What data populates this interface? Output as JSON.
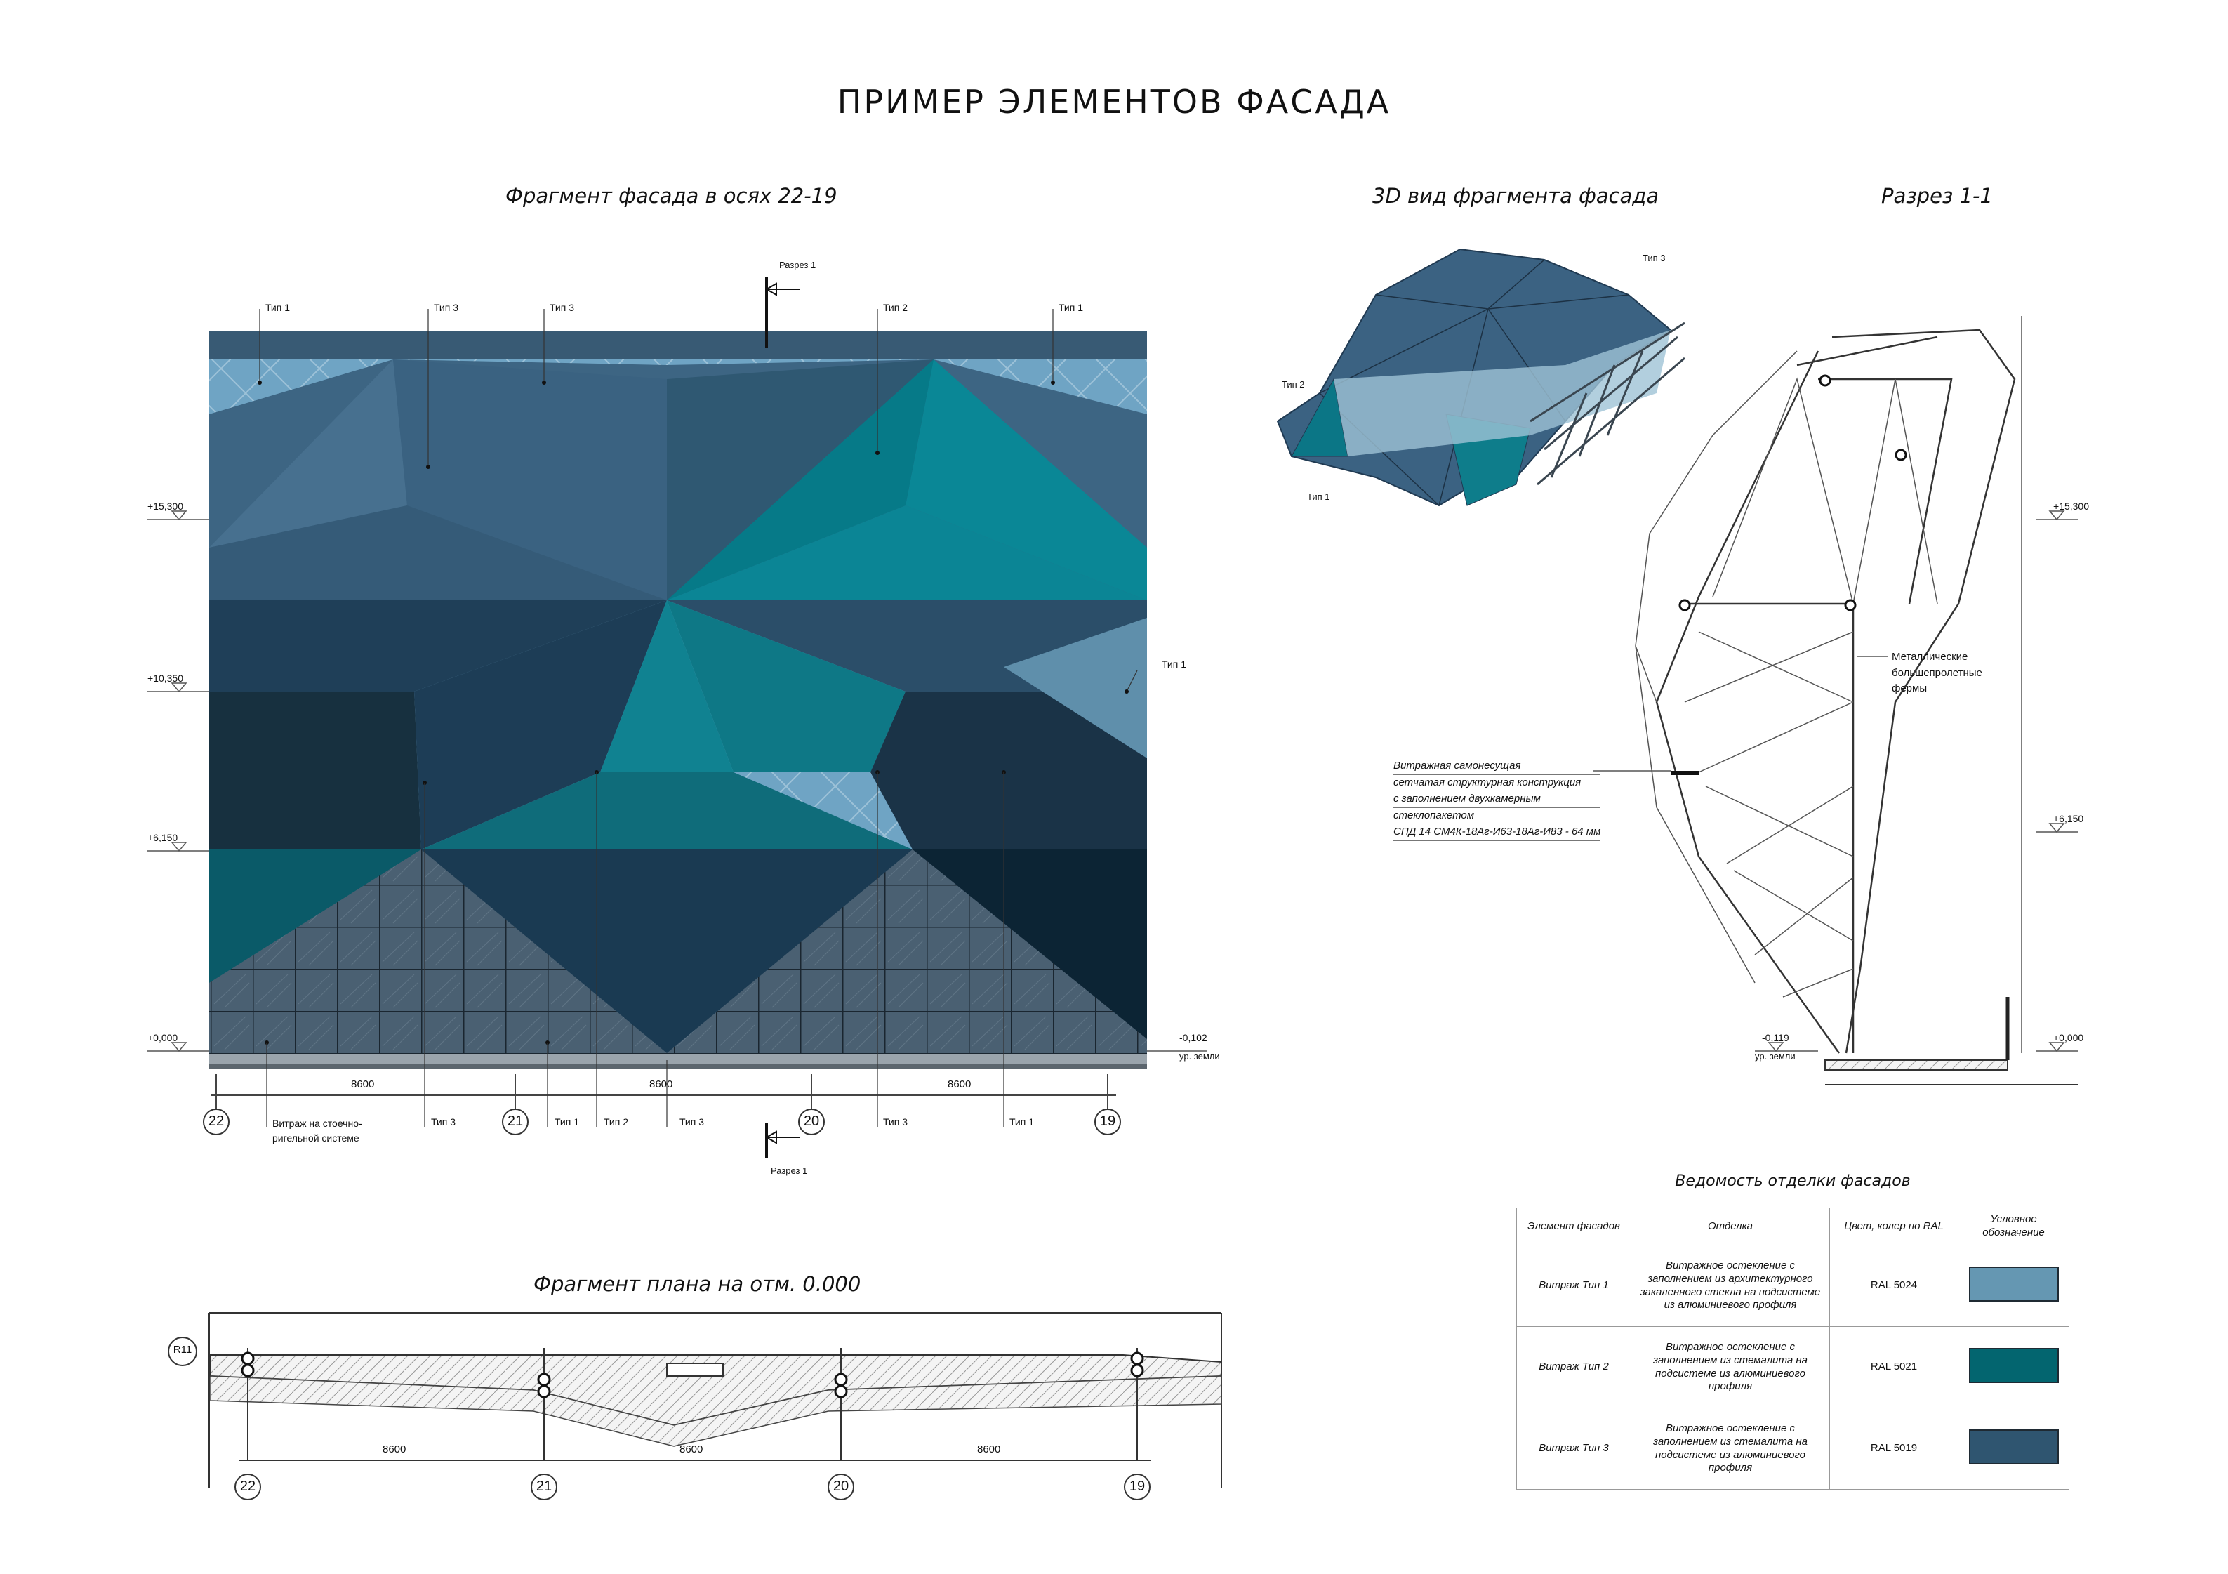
{
  "title": "ПРИМЕР ЭЛЕМЕНТОВ ФАСАДА",
  "sections": {
    "facade": "Фрагмент фасада в осях 22-19",
    "view3d": "3D вид фрагмента фасада",
    "section": "Разрез 1-1",
    "plan": "Фрагмент плана на отм. 0.000",
    "schedule": "Ведомость отделки фасадов"
  },
  "elevations": [
    "+15,300",
    "+10,350",
    "+6,150",
    "+0,000"
  ],
  "ground": {
    "level": "-0,102",
    "label": "ур. земли",
    "section_level": "-0,119"
  },
  "section_marker": "Разрез 1",
  "axes": [
    "22",
    "21",
    "20",
    "19"
  ],
  "span": "8600",
  "plan_marker": "R11",
  "facade_tags_top": [
    "Тип 1",
    "Тип 3",
    "Тип 3",
    "Тип 2",
    "Тип 1"
  ],
  "facade_tag_right": "Тип 1",
  "facade_tags_bottom": [
    "Тип 3",
    "Тип 1",
    "Тип 2",
    "Тип 3",
    "Тип 3",
    "Тип 1"
  ],
  "bottom_note": [
    "Витраж на стоечно-",
    "ригельной системе"
  ],
  "view3d_tags": [
    "Тип 3",
    "Тип 2",
    "Тип 1"
  ],
  "truss_note": [
    "Металлические",
    "большепролетные",
    "фермы"
  ],
  "glass_note": [
    "Витражная самонесущая",
    "сетчатая структурная конструкция",
    "с заполнением двухкамерным",
    "стеклопакетом",
    "СПД 14 СМ4К-18Аг-И63-18Аг-И83 - 64 мм"
  ],
  "table": {
    "headers": [
      "Элемент фасадов",
      "Отделка",
      "Цвет, колер по RAL",
      "Условное обозначение"
    ],
    "rows": [
      {
        "element": "Витраж Тип 1",
        "finish": "Витражное остекление с заполнением из архитектурного закаленного стекла на подсистеме из алюминиевого профиля",
        "ral": "RAL 5024",
        "color": "#6597b2"
      },
      {
        "element": "Витраж Тип 2",
        "finish": "Витражное остекление с заполнением из стемалита на подсистеме из алюминиевого профиля",
        "ral": "RAL 5021",
        "color": "#03656f"
      },
      {
        "element": "Витраж Тип 3",
        "finish": "Витражное остекление с заполнением из стемалита на подсистеме из алюминиевого профиля",
        "ral": "RAL 5019",
        "color": "#2f5570"
      }
    ]
  },
  "colors": {
    "type1": "#6597b2",
    "type2": "#03656f",
    "type3": "#2f5570",
    "dark": "#1c3144",
    "teal_light": "#0a8796"
  }
}
